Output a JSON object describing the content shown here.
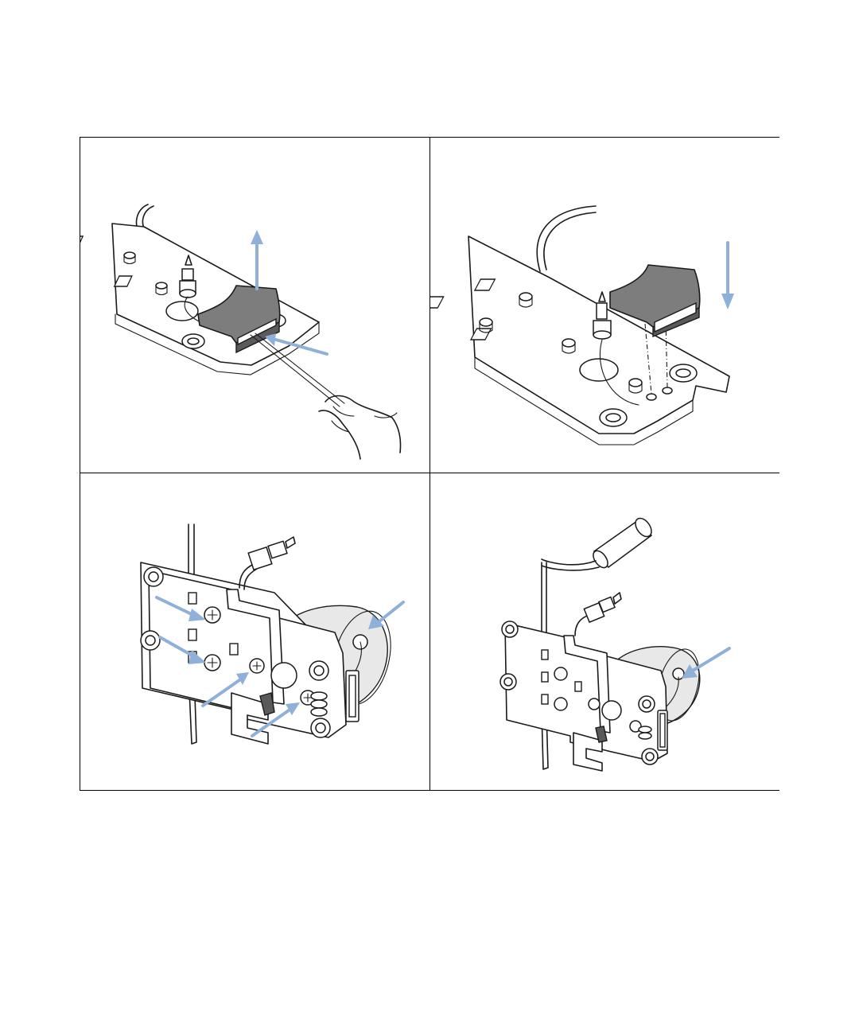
{
  "figure": {
    "panels": [
      {
        "id": "remove-seal",
        "arrows": [
          "up-arrow",
          "pointer-arrow"
        ]
      },
      {
        "id": "install-seal",
        "arrows": [
          "down-arrow"
        ]
      },
      {
        "id": "remove-screws",
        "arrows": [
          "screw-arrow-1",
          "screw-arrow-2",
          "screw-arrow-3",
          "screw-arrow-4",
          "motor-arrow"
        ]
      },
      {
        "id": "reinstall-assembly",
        "arrows": [
          "motor-arrow"
        ]
      }
    ],
    "colors": {
      "arrow": "#8fb0d8",
      "rubber": "#7d7d7d",
      "line": "#1a1a1a"
    }
  }
}
